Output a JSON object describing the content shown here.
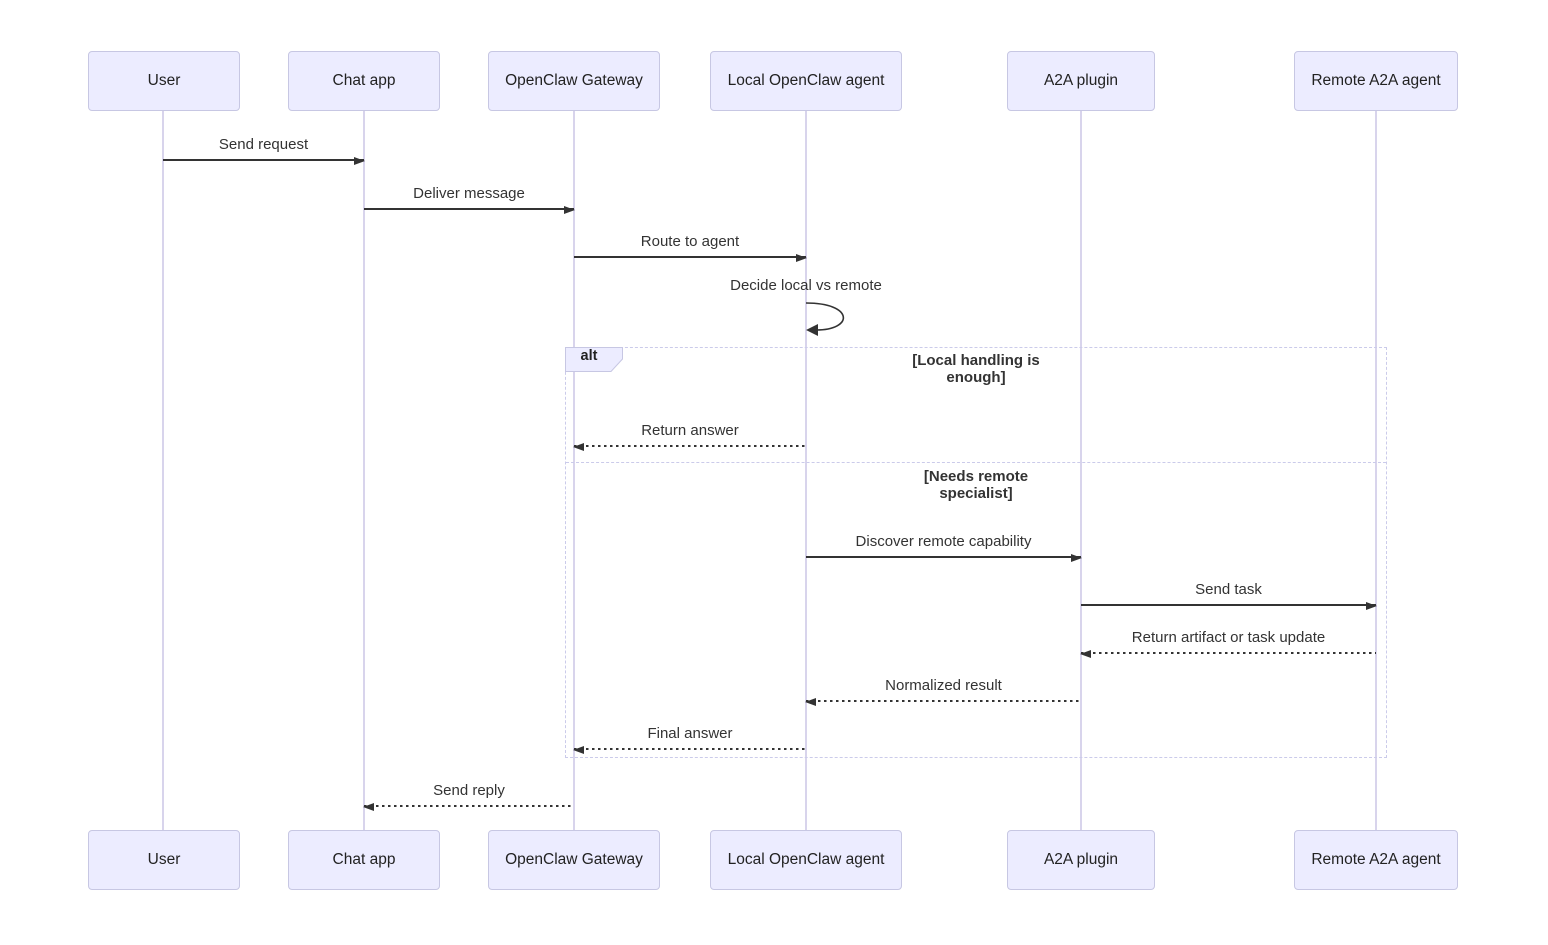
{
  "diagram": {
    "type": "sequence-diagram",
    "participants": [
      {
        "name": "User"
      },
      {
        "name": "Chat app"
      },
      {
        "name": "OpenClaw Gateway"
      },
      {
        "name": "Local OpenClaw agent"
      },
      {
        "name": "A2A plugin"
      },
      {
        "name": "Remote A2A agent"
      }
    ],
    "messages": [
      {
        "from": "User",
        "to": "Chat app",
        "text": "Send request",
        "style": "solid"
      },
      {
        "from": "Chat app",
        "to": "OpenClaw Gateway",
        "text": "Deliver message",
        "style": "solid"
      },
      {
        "from": "OpenClaw Gateway",
        "to": "Local OpenClaw agent",
        "text": "Route to agent",
        "style": "solid"
      },
      {
        "from": "Local OpenClaw agent",
        "to": "Local OpenClaw agent",
        "text": "Decide local vs remote",
        "style": "self-loop"
      },
      {
        "from": "Local OpenClaw agent",
        "to": "OpenClaw Gateway",
        "text": "Return answer",
        "style": "dashed"
      },
      {
        "from": "Local OpenClaw agent",
        "to": "A2A plugin",
        "text": "Discover remote capability",
        "style": "solid"
      },
      {
        "from": "A2A plugin",
        "to": "Remote A2A agent",
        "text": "Send task",
        "style": "solid"
      },
      {
        "from": "Remote A2A agent",
        "to": "A2A plugin",
        "text": "Return artifact or task update",
        "style": "dashed"
      },
      {
        "from": "A2A plugin",
        "to": "Local OpenClaw agent",
        "text": "Normalized result",
        "style": "dashed"
      },
      {
        "from": "Local OpenClaw agent",
        "to": "OpenClaw Gateway",
        "text": "Final answer",
        "style": "dashed"
      },
      {
        "from": "OpenClaw Gateway",
        "to": "Chat app",
        "text": "Send reply",
        "style": "dashed"
      }
    ],
    "alt_block": {
      "label": "alt",
      "branches": [
        {
          "condition": "[Local handling is enough]"
        },
        {
          "condition": "[Needs remote specialist]"
        }
      ]
    },
    "colors": {
      "actor_fill": "#ECECFF",
      "actor_border": "#C7C7E3",
      "lifeline": "#D8D4EC",
      "arrow": "#333333",
      "frame_border": "#CBCBEA",
      "text": "#333333",
      "background": "#FFFFFF"
    }
  }
}
